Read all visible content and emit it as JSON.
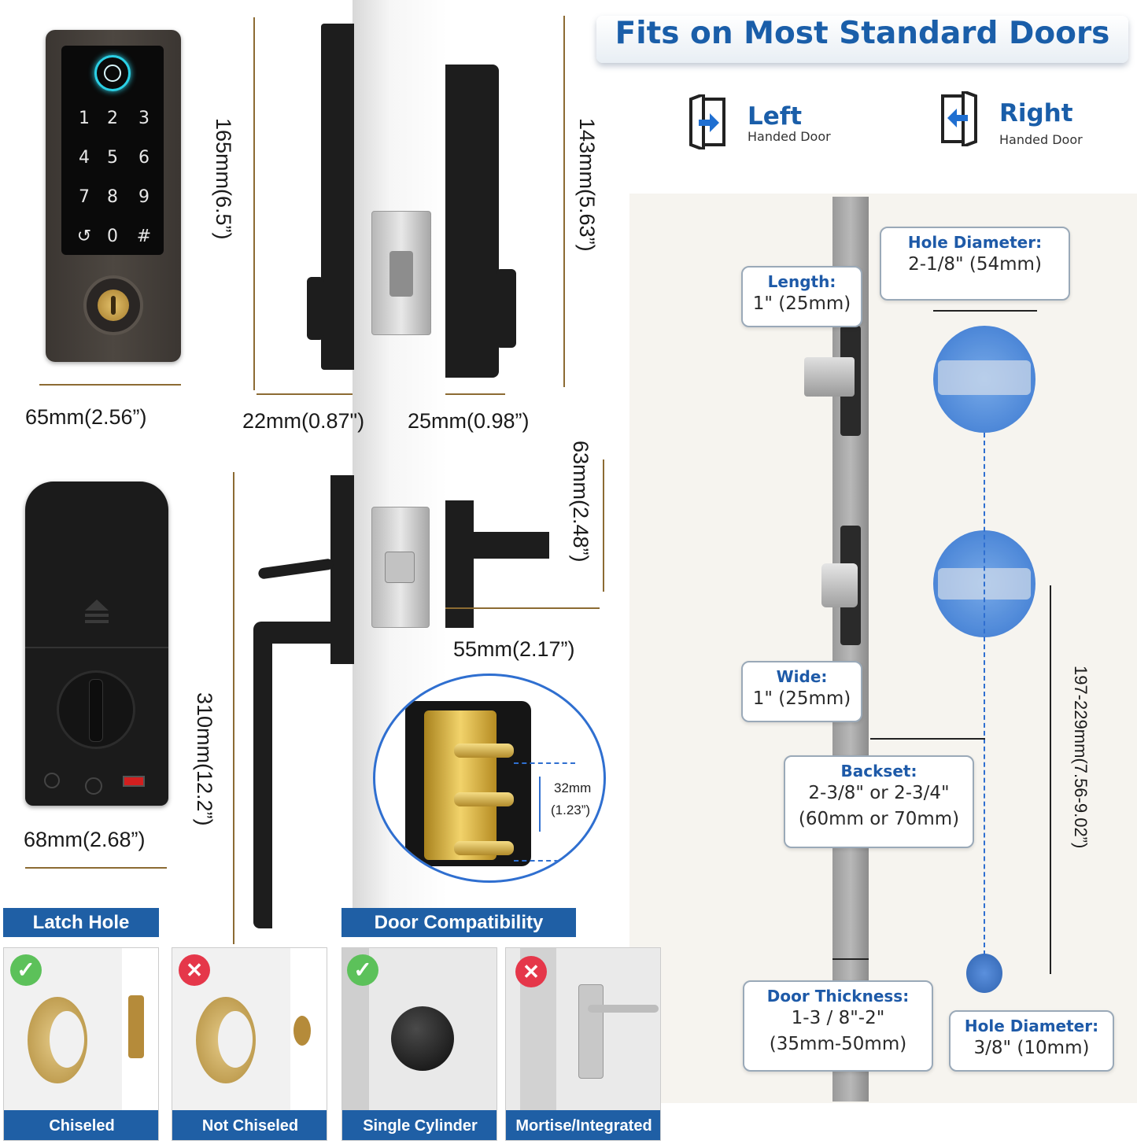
{
  "header": {
    "title": "Fits on Most Standard Doors",
    "left_door": {
      "title": "Left",
      "subtitle": "Handed Door"
    },
    "right_door": {
      "title": "Right",
      "subtitle": "Handed Door"
    }
  },
  "keypad": {
    "keys": [
      "1",
      "2",
      "3",
      "4",
      "5",
      "6",
      "7",
      "8",
      "9",
      "↺",
      "0",
      "#"
    ]
  },
  "dimensions": {
    "front_height": "165mm(6.5”)",
    "front_width": "65mm(2.56”)",
    "side_depth_front": "22mm(0.87\")",
    "side_depth_back": "25mm(0.98”)",
    "side_height": "143mm(5.63”)",
    "handle_plate_height": "63mm(2.48”)",
    "handle_plate_width": "55mm(2.17”)",
    "back_height": "310mm(12.2”)",
    "back_width": "68mm(2.68”)",
    "screw_spacing_value": "32mm",
    "screw_spacing_inches": "(1.23”)"
  },
  "specs": {
    "length": {
      "title": "Length:",
      "value": "1\" (25mm)"
    },
    "hole_diameter_large": {
      "title": "Hole Diameter:",
      "value": "2-1/8\" (54mm)"
    },
    "wide": {
      "title": "Wide:",
      "value": "1\" (25mm)"
    },
    "backset": {
      "title": "Backset:",
      "value1": "2-3/8\" or 2-3/4\"",
      "value2": "(60mm or 70mm)"
    },
    "door_thickness": {
      "title": "Door Thickness:",
      "value1": "1-3 / 8\"-2\"",
      "value2": "(35mm-50mm)"
    },
    "hole_diameter_small": {
      "title": "Hole Diameter:",
      "value": "3/8\" (10mm)"
    },
    "hole_spacing": "197-229mm(7.56-9.02”)"
  },
  "sections": {
    "latch_hole": "Latch Hole",
    "door_compatibility": "Door Compatibility"
  },
  "thumbnails": [
    {
      "label": "Chiseled",
      "status": "ok"
    },
    {
      "label": "Not Chiseled",
      "status": "no"
    },
    {
      "label": "Single Cylinder",
      "status": "ok"
    },
    {
      "label": "Mortise/Integrated",
      "status": "no"
    }
  ],
  "colors": {
    "accent": "#1f5fa5",
    "title_text": "#1a5ea9",
    "ok": "#5cc15a",
    "no": "#e5374a",
    "lock_body": "#2b2b2b",
    "hole_fill": "#3a7bd5"
  }
}
